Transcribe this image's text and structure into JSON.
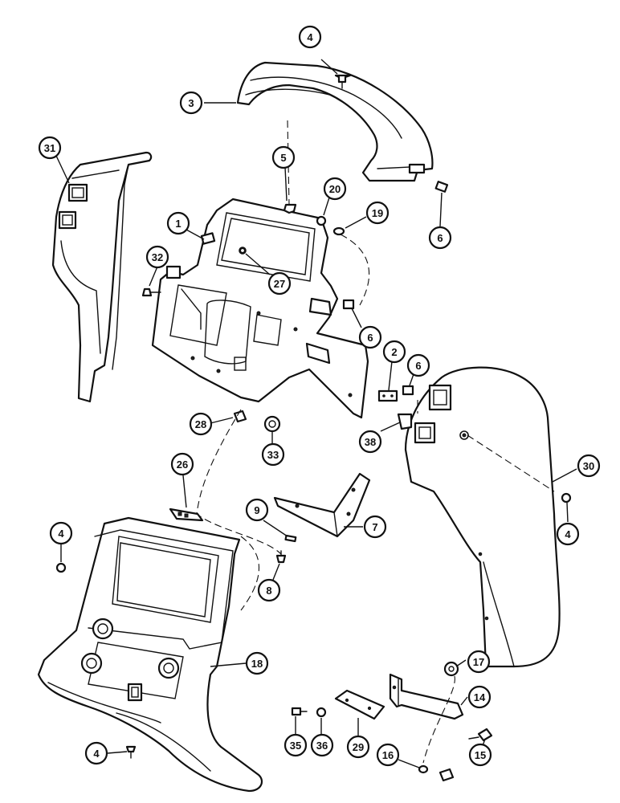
{
  "callouts": [
    {
      "id": "c4a",
      "label": "4"
    },
    {
      "id": "c3",
      "label": "3"
    },
    {
      "id": "c31",
      "label": "31"
    },
    {
      "id": "c5",
      "label": "5"
    },
    {
      "id": "c20",
      "label": "20"
    },
    {
      "id": "c19",
      "label": "19"
    },
    {
      "id": "c6a",
      "label": "6"
    },
    {
      "id": "c1",
      "label": "1"
    },
    {
      "id": "c32",
      "label": "32"
    },
    {
      "id": "c27",
      "label": "27"
    },
    {
      "id": "c6b",
      "label": "6"
    },
    {
      "id": "c2",
      "label": "2"
    },
    {
      "id": "c6c",
      "label": "6"
    },
    {
      "id": "c28",
      "label": "28"
    },
    {
      "id": "c33",
      "label": "33"
    },
    {
      "id": "c38",
      "label": "38"
    },
    {
      "id": "c26",
      "label": "26"
    },
    {
      "id": "c30",
      "label": "30"
    },
    {
      "id": "c9",
      "label": "9"
    },
    {
      "id": "c7",
      "label": "7"
    },
    {
      "id": "c4b",
      "label": "4"
    },
    {
      "id": "c4c",
      "label": "4"
    },
    {
      "id": "c8",
      "label": "8"
    },
    {
      "id": "c18",
      "label": "18"
    },
    {
      "id": "c17",
      "label": "17"
    },
    {
      "id": "c14",
      "label": "14"
    },
    {
      "id": "c4d",
      "label": "4"
    },
    {
      "id": "c35",
      "label": "35"
    },
    {
      "id": "c36",
      "label": "36"
    },
    {
      "id": "c29",
      "label": "29"
    },
    {
      "id": "c16",
      "label": "16"
    },
    {
      "id": "c15",
      "label": "15"
    }
  ]
}
